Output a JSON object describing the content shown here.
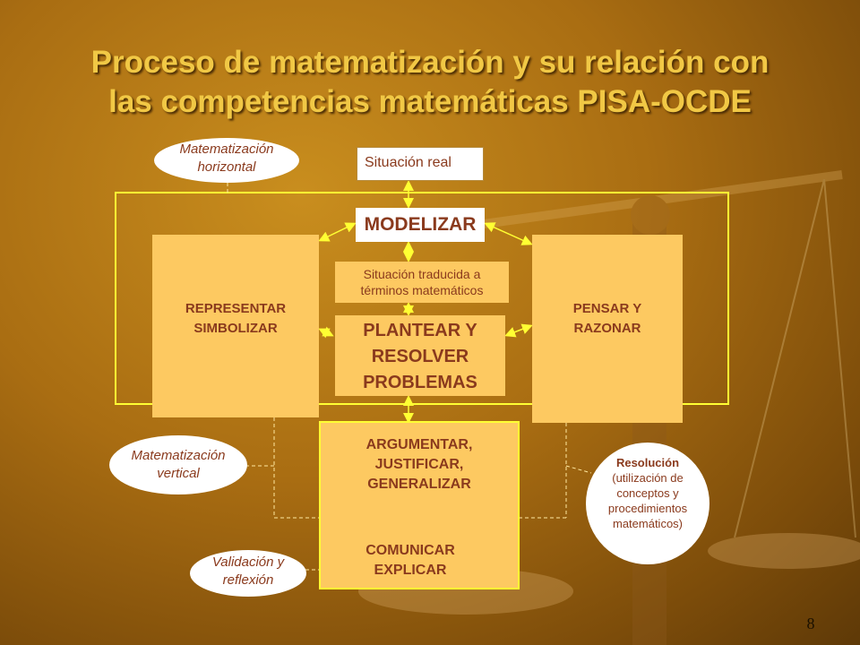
{
  "slide": {
    "title_line1": "Proceso de matematización y su relación con",
    "title_line2": "las competencias matemáticas PISA-OCDE",
    "page_number": "8"
  },
  "diagram": {
    "situacion_real": "Situación real",
    "modelizar": "MODELIZAR",
    "situacion_traducida_line1": "Situación traducida a",
    "situacion_traducida_line2": "términos matemáticos",
    "plantear_line1": "PLANTEAR Y",
    "plantear_line2": "RESOLVER",
    "plantear_line3": "PROBLEMAS",
    "representar_line1": "REPRESENTAR",
    "representar_line2": "SIMBOLIZAR",
    "pensar_line1": "PENSAR Y",
    "pensar_line2": "RAZONAR",
    "argumentar_line1": "ARGUMENTAR,",
    "argumentar_line2": "JUSTIFICAR,",
    "argumentar_line3": "GENERALIZAR",
    "comunicar_line1": "COMUNICAR",
    "comunicar_line2": "EXPLICAR"
  },
  "ovals": {
    "horizontal_line1": "Matematización",
    "horizontal_line2": "horizontal",
    "vertical_line1": "Matematización",
    "vertical_line2": "vertical",
    "validacion_line1": "Validación y",
    "validacion_line2": "reflexión",
    "resolucion_title": "Resolución",
    "resolucion_line1": "(utilización de",
    "resolucion_line2": "conceptos y",
    "resolucion_line3": "procedimientos",
    "resolucion_line4": "matemáticos)"
  },
  "colors": {
    "title": "#f1c845",
    "box_fill": "#fdc961",
    "box_text": "#8a3a1d",
    "frame_yellow": "#ffff33"
  }
}
